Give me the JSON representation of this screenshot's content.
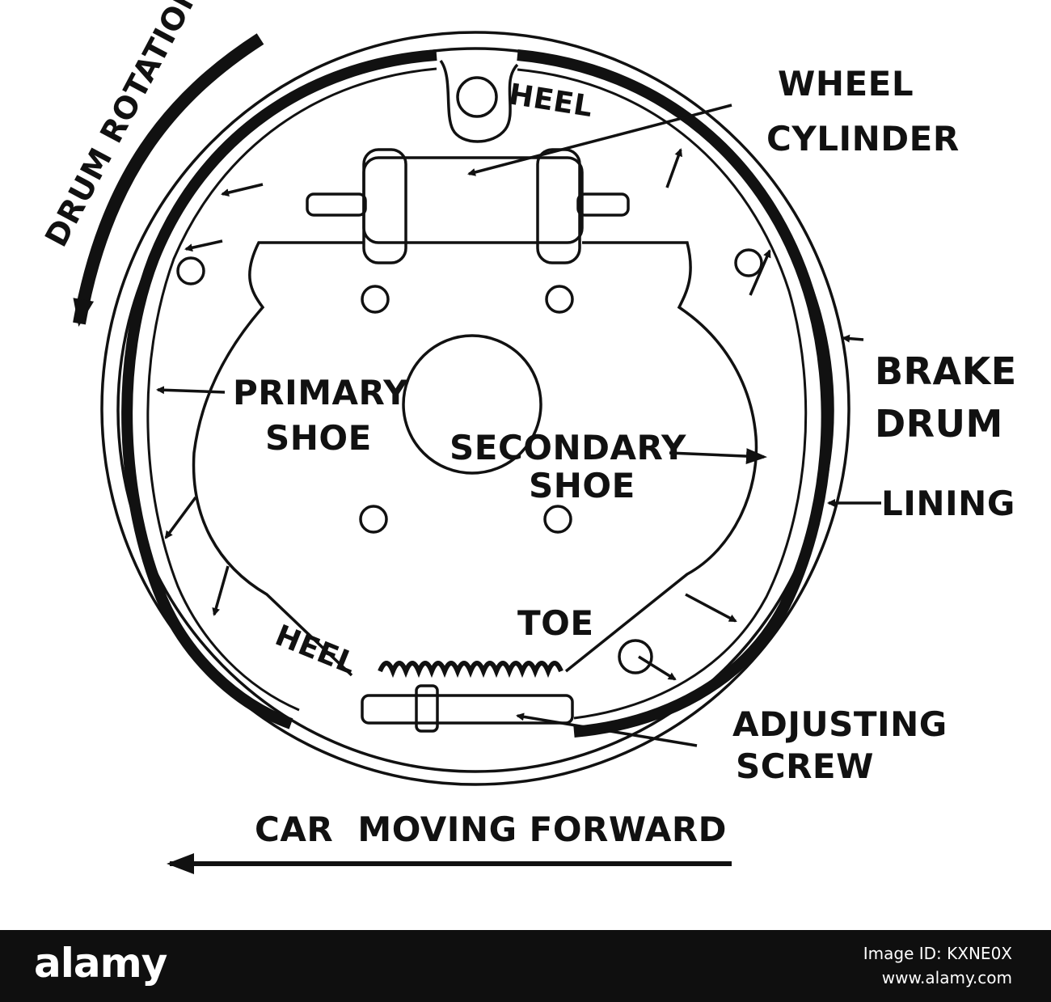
{
  "labels": {
    "drum_rotation": "DRUM ROTATION",
    "heel_top": "HEEL",
    "wheel_cylinder_1": "WHEEL",
    "wheel_cylinder_2": "CYLINDER",
    "brake_drum_1": "BRAKE",
    "brake_drum_2": "DRUM",
    "primary_shoe_1": "PRIMARY",
    "primary_shoe_2": "SHOE",
    "secondary_shoe_1": "SECONDARY",
    "secondary_shoe_2": "SHOE",
    "lining": "LINING",
    "toe": "TOE",
    "heel_bottom": "HEEL",
    "adjusting_screw_1": "ADJUSTING",
    "adjusting_screw_2": "SCREW",
    "car_moving_forward": "CAR  MOVING FORWARD"
  },
  "footer": {
    "brand": "alamy",
    "image_id": "Image ID: KXNE0X",
    "site": "www.alamy.com"
  },
  "colors": {
    "ink": "#111111",
    "paper": "#ffffff",
    "footer_bg": "#0f0f0f"
  }
}
